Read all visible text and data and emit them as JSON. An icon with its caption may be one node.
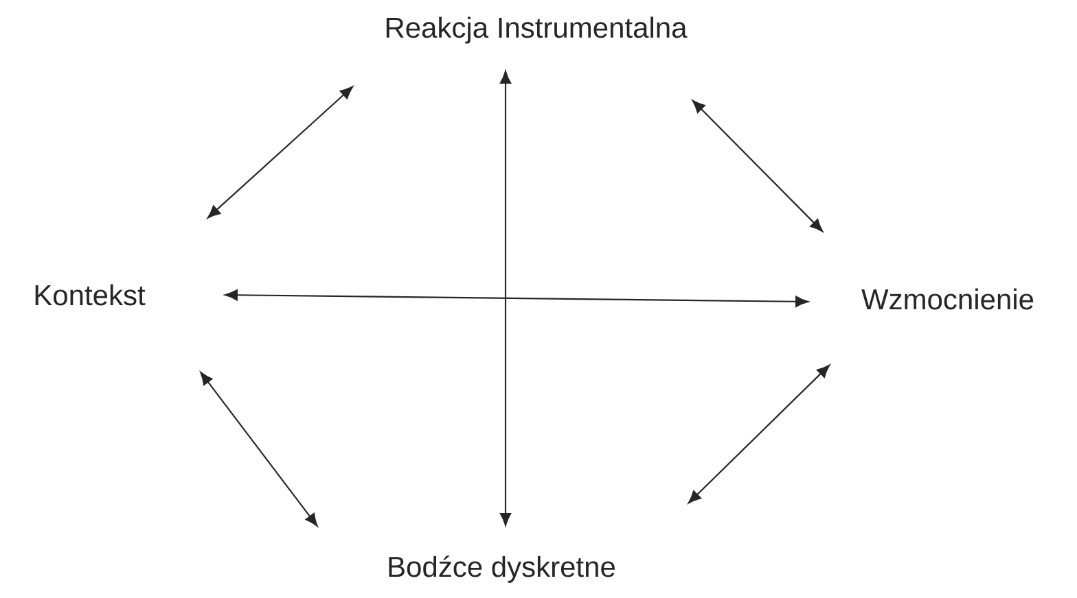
{
  "diagram": {
    "nodes": [
      {
        "text": [
          "Reakcja Instrumentalna"
        ]
      },
      {
        "text": [
          "Kontekst"
        ]
      },
      {
        "text": [
          "Wzmocnienie"
        ]
      },
      {
        "text": [
          "Bodźce dyskretne"
        ]
      }
    ],
    "edges": [
      {
        "from": 1,
        "to": 0,
        "arrow": "both"
      },
      {
        "from": 0,
        "to": 2,
        "arrow": "both"
      },
      {
        "from": 1,
        "to": 2,
        "arrow": "both"
      },
      {
        "from": 0,
        "to": 3,
        "arrow": "both"
      },
      {
        "from": 1,
        "to": 3,
        "arrow": "both"
      },
      {
        "from": 3,
        "to": 2,
        "arrow": "both"
      }
    ]
  }
}
